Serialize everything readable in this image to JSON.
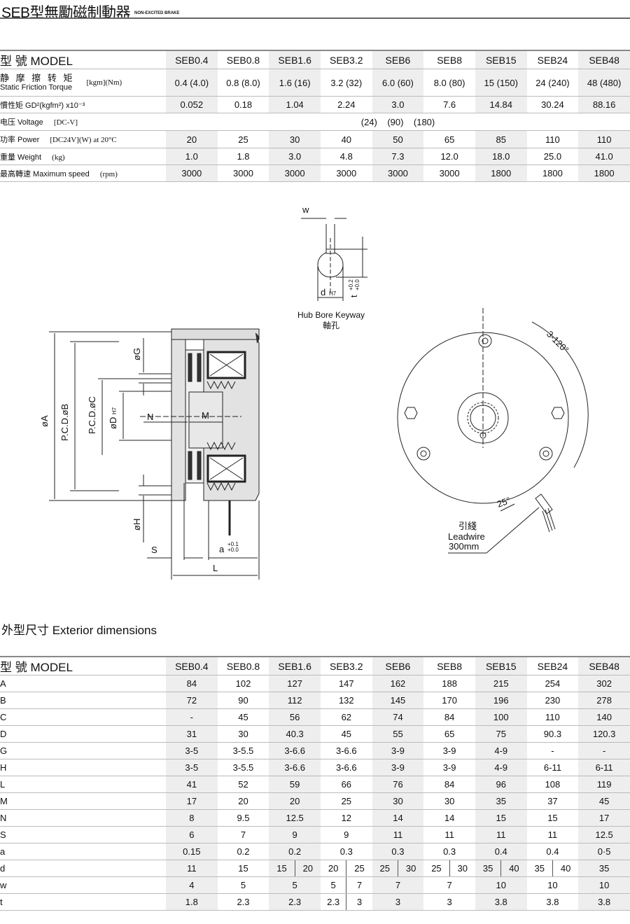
{
  "header": {
    "title": "SEB型無勵磁制動器",
    "subtitle": "NON-EXCITED BRAKE"
  },
  "spec_table": {
    "header_label": "型  號 MODEL",
    "models": [
      "SEB0.4",
      "SEB0.8",
      "SEB1.6",
      "SEB3.2",
      "SEB6",
      "SEB8",
      "SEB15",
      "SEB24",
      "SEB48"
    ],
    "rows": [
      {
        "label": "静 摩 擦 转 矩",
        "label2": "Static Friction Torque",
        "unit": "[kgm](Nm)",
        "values": [
          "0.4 (4.0)",
          "0.8 (8.0)",
          "1.6 (16)",
          "3.2 (32)",
          "6.0 (60)",
          "8.0 (80)",
          "15 (150)",
          "24 (240)",
          "48 (480)"
        ]
      },
      {
        "label": "慣性矩 GD²(kgfm²) x10⁻³",
        "values": [
          "0.052",
          "0.18",
          "1.04",
          "2.24",
          "3.0",
          "7.6",
          "14.84",
          "30.24",
          "88.16"
        ]
      },
      {
        "label": "电压 Voltage",
        "unit": "[DC-V]",
        "merged": "(24)    (90)    (180)"
      },
      {
        "label": "功率 Power",
        "unit": "[DC24V](W) at 20°C",
        "values": [
          "20",
          "25",
          "30",
          "40",
          "50",
          "65",
          "85",
          "110",
          "110"
        ]
      },
      {
        "label": "重量 Weight",
        "unit": "(kg)",
        "values": [
          "1.0",
          "1.8",
          "3.0",
          "4.8",
          "7.3",
          "12.0",
          "18.0",
          "25.0",
          "41.0"
        ]
      },
      {
        "label": "最高轉速 Maximum speed",
        "unit": "(rpm)",
        "values": [
          "3000",
          "3000",
          "3000",
          "3000",
          "3000",
          "3000",
          "1800",
          "1800",
          "1800"
        ]
      }
    ]
  },
  "drawing": {
    "keyway": {
      "w": "w",
      "d": "d",
      "d_tol": "H7",
      "t": "t",
      "t_tol_upper": "+0.2",
      "t_tol_lower": "+0.0",
      "caption_en": "Hub Bore Keyway",
      "caption_zh": "軸孔"
    },
    "side": {
      "A": "øA",
      "B": "P.C.D.øB",
      "C": "P.C.D.øC",
      "D": "øD",
      "D_tol": "H7",
      "G": "øG",
      "H": "øH",
      "N": "N",
      "M": "M",
      "S": "S",
      "L": "L",
      "a": "a",
      "a_tol_upper": "+0.1",
      "a_tol_lower": "+0.0"
    },
    "front": {
      "holes": "3-120°",
      "angle": "25°",
      "lead_zh": "引綫",
      "lead_en": "Leadwire",
      "lead_len": "300mm"
    }
  },
  "dims_title": "外型尺寸 Exterior dimensions",
  "dims_table": {
    "header_label": "型  號 MODEL",
    "models": [
      "SEB0.4",
      "SEB0.8",
      "SEB1.6",
      "SEB3.2",
      "SEB6",
      "SEB8",
      "SEB15",
      "SEB24",
      "SEB48"
    ],
    "rows": [
      {
        "label": "A",
        "values": [
          "84",
          "102",
          "127",
          "147",
          "162",
          "188",
          "215",
          "254",
          "302"
        ]
      },
      {
        "label": "B",
        "values": [
          "72",
          "90",
          "112",
          "132",
          "145",
          "170",
          "196",
          "230",
          "278"
        ]
      },
      {
        "label": "C",
        "values": [
          "-",
          "45",
          "56",
          "62",
          "74",
          "84",
          "100",
          "110",
          "140"
        ]
      },
      {
        "label": "D",
        "values": [
          "31",
          "30",
          "40.3",
          "45",
          "55",
          "65",
          "75",
          "90.3",
          "120.3"
        ]
      },
      {
        "label": "G",
        "values": [
          "3-5",
          "3-5.5",
          "3-6.6",
          "3-6.6",
          "3-9",
          "3-9",
          "4-9",
          "-",
          "-"
        ]
      },
      {
        "label": "H",
        "values": [
          "3-5",
          "3-5.5",
          "3-6.6",
          "3-6.6",
          "3-9",
          "3-9",
          "4-9",
          "6-11",
          "6-11"
        ]
      },
      {
        "label": "L",
        "values": [
          "41",
          "52",
          "59",
          "66",
          "76",
          "84",
          "96",
          "108",
          "119"
        ]
      },
      {
        "label": "M",
        "values": [
          "17",
          "20",
          "20",
          "25",
          "30",
          "30",
          "35",
          "37",
          "45"
        ]
      },
      {
        "label": "N",
        "values": [
          "8",
          "9.5",
          "12.5",
          "12",
          "14",
          "14",
          "15",
          "15",
          "17"
        ]
      },
      {
        "label": "S",
        "values": [
          "6",
          "7",
          "9",
          "9",
          "11",
          "11",
          "11",
          "11",
          "12.5"
        ]
      },
      {
        "label": "a",
        "values": [
          "0.15",
          "0.2",
          "0.2",
          "0.3",
          "0.3",
          "0.3",
          "0.4",
          "0.4",
          "0·5"
        ]
      },
      {
        "label": "d",
        "values": [
          "11",
          "15",
          [
            "15",
            "20"
          ],
          [
            "20",
            "25"
          ],
          [
            "25",
            "30"
          ],
          [
            "25",
            "30"
          ],
          [
            "35",
            "40"
          ],
          [
            "35",
            "40"
          ],
          "35"
        ]
      },
      {
        "label": "w",
        "values": [
          "4",
          "5",
          "5",
          [
            "5",
            "7"
          ],
          "7",
          "7",
          "10",
          "10",
          "10"
        ]
      },
      {
        "label": "t",
        "values": [
          "1.8",
          "2.3",
          "2.3",
          [
            "2.3",
            "3"
          ],
          "3",
          "3",
          "3.8",
          "3.8",
          "3.8"
        ]
      }
    ]
  }
}
